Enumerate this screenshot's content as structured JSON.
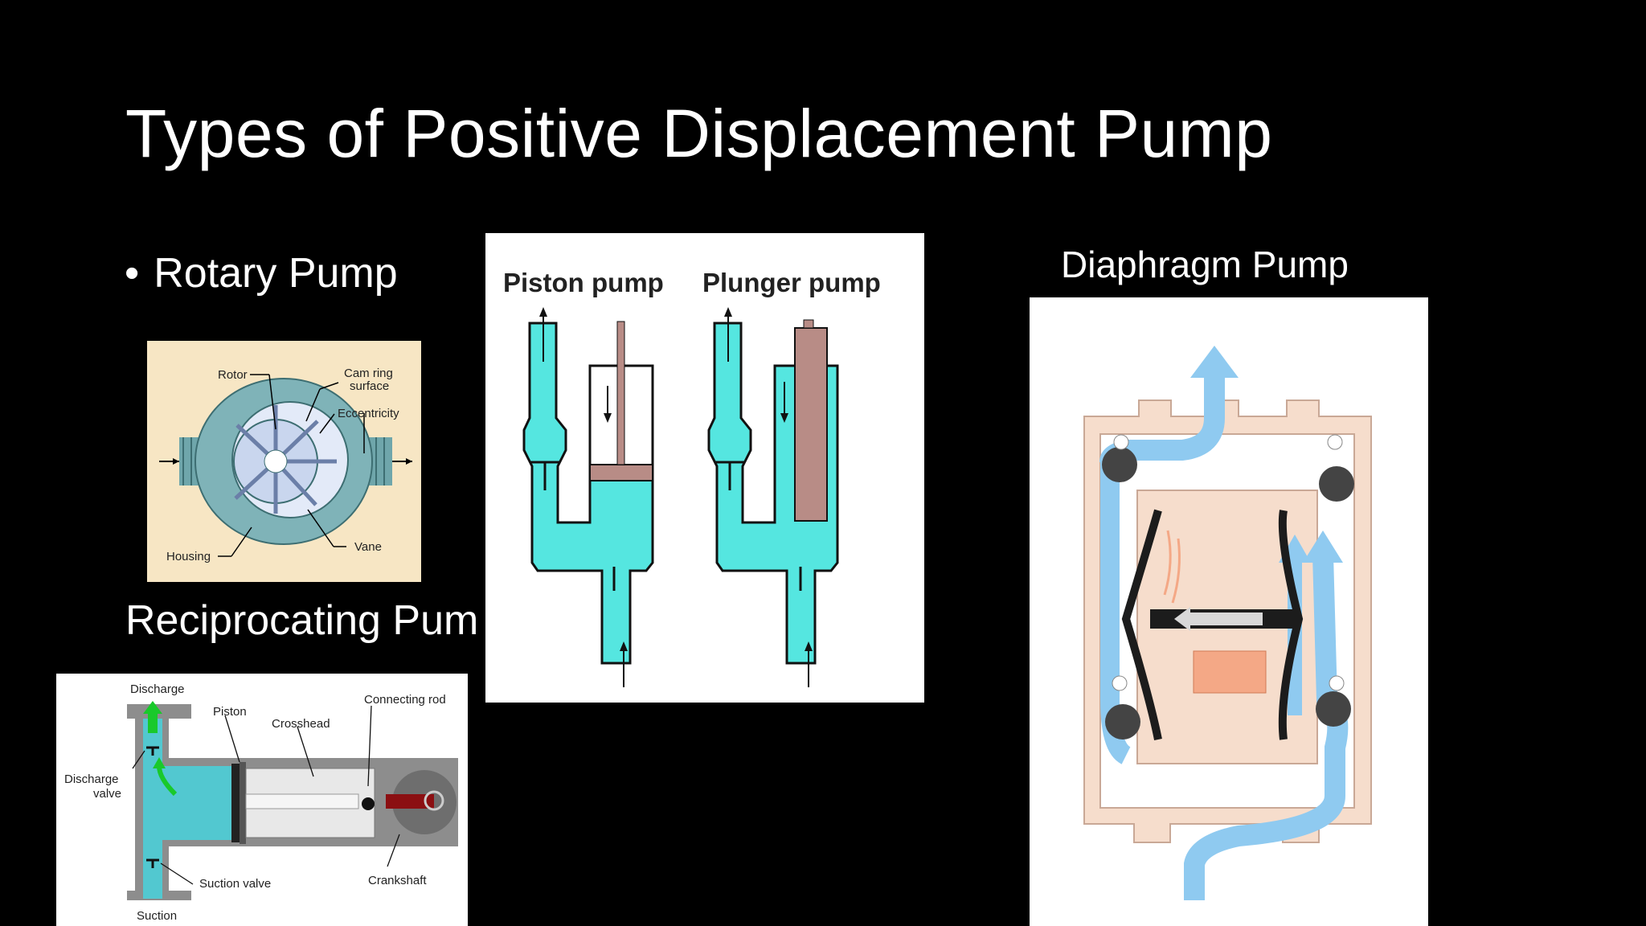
{
  "slide": {
    "title": "Types of Positive Displacement Pump",
    "bullet_symbol": "•",
    "rotary_label": "Rotary Pump",
    "reciprocating_label": "Reciprocating Pum",
    "diaphragm_label": "Diaphragm Pump"
  },
  "rotary_diagram": {
    "labels": {
      "rotor": "Rotor",
      "cam_ring_1": "Cam ring",
      "cam_ring_2": "surface",
      "eccentricity": "Eccentricity",
      "housing": "Housing",
      "vane": "Vane"
    },
    "colors": {
      "background": "#f7e6c4",
      "housing": "#7fb3b8",
      "rotor": "#c9d6ee"
    }
  },
  "piston_plunger_diagram": {
    "labels": {
      "piston": "Piston pump",
      "plunger": "Plunger pump"
    },
    "colors": {
      "fluid": "#55e6e0",
      "rod": "#b88c86",
      "background": "#ffffff"
    }
  },
  "reciprocating_diagram": {
    "labels": {
      "discharge": "Discharge",
      "piston": "Piston",
      "crosshead": "Crosshead",
      "connecting_rod": "Connecting rod",
      "discharge_valve_1": "Discharge",
      "discharge_valve_2": "valve",
      "suction_valve": "Suction valve",
      "crankshaft": "Crankshaft",
      "suction": "Suction"
    },
    "colors": {
      "fluid": "#52c8d0",
      "arrow": "#19c92b",
      "body": "#8d8d8d"
    }
  },
  "diaphragm_diagram": {
    "colors": {
      "flow": "#8fcaf0",
      "casing": "#f6ddcc",
      "ball": "#444444",
      "diaphragm": "#1c1c1c"
    }
  }
}
